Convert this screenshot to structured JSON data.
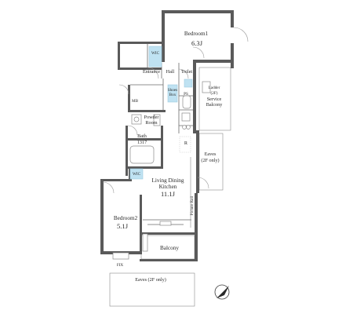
{
  "floorplan": {
    "rooms": {
      "bedroom1": {
        "name": "Bedroom1",
        "size": "6.3J"
      },
      "bedroom2": {
        "name": "Bedroom2",
        "size": "5.1J"
      },
      "ldk": {
        "line1": "Living Dining",
        "line2": "Kitchen",
        "size": "11.1J"
      },
      "bath": {
        "name": "Bath",
        "size": "1317"
      },
      "powder": {
        "line1": "Powder",
        "line2": "Room"
      },
      "entrance": "Entrance",
      "hall": "Hall",
      "toilet": "Toilet",
      "balcony": "Balcony",
      "service_balcony": {
        "line1": "Service",
        "line2": "Balcony"
      },
      "eaves_right": {
        "line1": "Eaves",
        "line2": "(2F only)"
      },
      "eaves_bottom": "Eaves (2F only)"
    },
    "fixtures": {
      "wic_top": "WIC",
      "wic_mid": "WIC",
      "shoes_box": {
        "line1": "Shoes",
        "line2": "Box"
      },
      "mb": "MB",
      "ps": "PS",
      "refrigerator": "R",
      "ladder": {
        "line1": "Ladder",
        "line2": "(2F)"
      },
      "fix": "FIX",
      "picture_rail": "Picture Rail"
    },
    "colors": {
      "wall": "#5a5a5a",
      "closet_fill": "#bfe2f2"
    },
    "icons": {
      "compass": "north-arrow-icon"
    }
  }
}
